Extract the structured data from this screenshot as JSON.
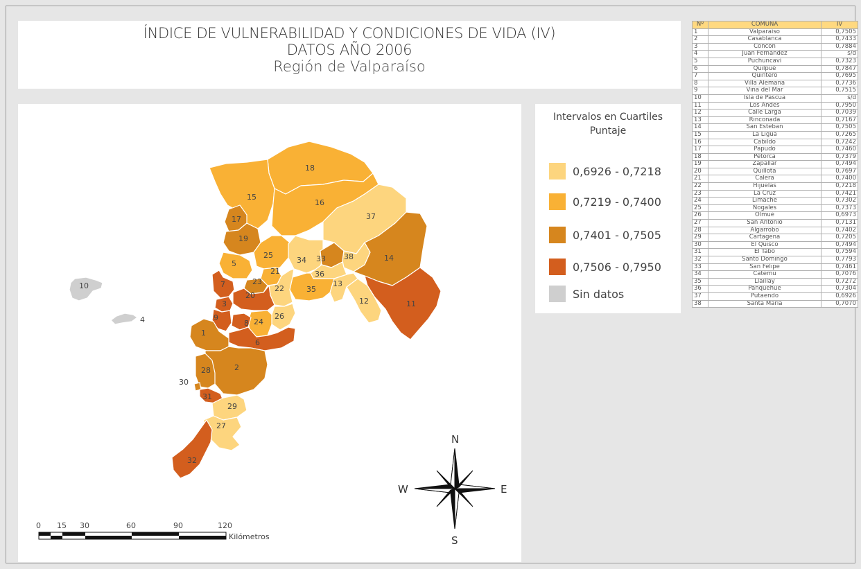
{
  "title": {
    "line1": "ÍNDICE DE VULNERABILIDAD Y CONDICIONES DE VIDA (IV)",
    "line2": "DATOS AÑO 2006",
    "line3": "Región de Valparaíso"
  },
  "legend": {
    "title_line1": "Intervalos en Cuartiles",
    "title_line2": "Puntaje",
    "items": [
      {
        "label": "0,6926  -  0,7218",
        "color": "#fdd57e"
      },
      {
        "label": "0,7219  -  0,7400",
        "color": "#f9b135"
      },
      {
        "label": "0,7401  -  0,7505",
        "color": "#d6861e"
      },
      {
        "label": "0,7506  -  0,7950",
        "color": "#d35e1e"
      },
      {
        "label": "Sin datos",
        "color": "#cfcfcf"
      }
    ]
  },
  "table": {
    "headers": [
      "Nº",
      "COMUNA",
      "IV"
    ],
    "rows": [
      [
        "1",
        "Valparaíso",
        "0,7505"
      ],
      [
        "2",
        "Casablanca",
        "0,7433"
      ],
      [
        "3",
        "Concón",
        "0,7884"
      ],
      [
        "4",
        "Juan Fernández",
        "s/d"
      ],
      [
        "5",
        "Puchuncaví",
        "0,7323"
      ],
      [
        "6",
        "Quilpué",
        "0,7847"
      ],
      [
        "7",
        "Quintero",
        "0,7695"
      ],
      [
        "8",
        "Villa Alemana",
        "0,7736"
      ],
      [
        "9",
        "Viña del Mar",
        "0,7515"
      ],
      [
        "10",
        "Isla de Pascua",
        "s/d"
      ],
      [
        "11",
        "Los Andes",
        "0,7950"
      ],
      [
        "12",
        "Calle Larga",
        "0,7039"
      ],
      [
        "13",
        "Rinconada",
        "0,7167"
      ],
      [
        "14",
        "San Esteban",
        "0,7505"
      ],
      [
        "15",
        "La Ligua",
        "0,7265"
      ],
      [
        "16",
        "Cabildo",
        "0,7242"
      ],
      [
        "17",
        "Papudo",
        "0,7460"
      ],
      [
        "18",
        "Petorca",
        "0,7379"
      ],
      [
        "19",
        "Zapallar",
        "0,7494"
      ],
      [
        "20",
        "Quillota",
        "0,7697"
      ],
      [
        "21",
        "Calera",
        "0,7400"
      ],
      [
        "22",
        "Hijuelas",
        "0,7218"
      ],
      [
        "23",
        "La Cruz",
        "0,7421"
      ],
      [
        "24",
        "Limache",
        "0,7302"
      ],
      [
        "25",
        "Nogales",
        "0,7373"
      ],
      [
        "26",
        "Olmué",
        "0,6973"
      ],
      [
        "27",
        "San Antonio",
        "0,7131"
      ],
      [
        "28",
        "Algarrobo",
        "0,7402"
      ],
      [
        "29",
        "Cartagena",
        "0,7205"
      ],
      [
        "30",
        "El Quisco",
        "0,7494"
      ],
      [
        "31",
        "El Tabo",
        "0,7594"
      ],
      [
        "32",
        "Santo Domingo",
        "0,7793"
      ],
      [
        "33",
        "San Felipe",
        "0,7461"
      ],
      [
        "34",
        "Catemu",
        "0,7076"
      ],
      [
        "35",
        "Llaillay",
        "0,7272"
      ],
      [
        "36",
        "Panquehue",
        "0,7304"
      ],
      [
        "37",
        "Putaendo",
        "0,6926"
      ],
      [
        "38",
        "Santa María",
        "0,7070"
      ]
    ]
  },
  "compass": {
    "n": "N",
    "s": "S",
    "e": "E",
    "w": "W"
  },
  "scale": {
    "ticks": [
      "0",
      "15",
      "30",
      "60",
      "90",
      "120"
    ],
    "unit": "Kilómetros"
  },
  "colors": {
    "q1": "#fdd57e",
    "q2": "#f9b135",
    "q3": "#d6861e",
    "q4": "#d35e1e",
    "nodata": "#cfcfcf"
  },
  "map_labels": [
    "1",
    "2",
    "3",
    "4",
    "5",
    "6",
    "7",
    "8",
    "9",
    "10",
    "11",
    "12",
    "13",
    "14",
    "15",
    "16",
    "17",
    "18",
    "19",
    "20",
    "21",
    "22",
    "23",
    "24",
    "25",
    "26",
    "27",
    "28",
    "29",
    "30",
    "31",
    "32",
    "33",
    "34",
    "35",
    "36",
    "37",
    "38"
  ]
}
